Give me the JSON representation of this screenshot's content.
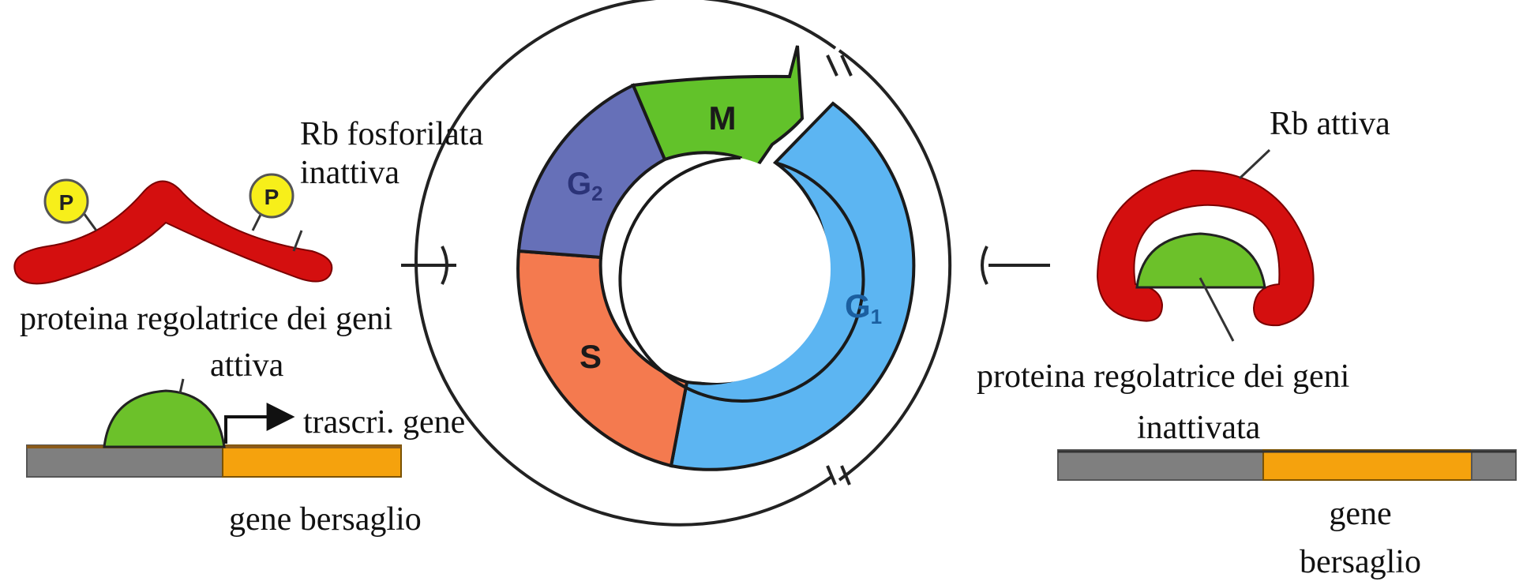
{
  "colors": {
    "rb_red": "#d40f0f",
    "regulator_green": "#6cc12a",
    "phosphate_yellow": "#f7ef1a",
    "gene_orange": "#f5a20d",
    "dna_grey": "#7f7f7f",
    "phase_m": "#62c22a",
    "phase_g1": "#5cb5f2",
    "phase_s": "#f47a4f",
    "phase_g2": "#6670b8",
    "phase_g2_text": "#2b3378",
    "phase_g1_text": "#1b5fa0"
  },
  "cycle": {
    "phase_m": "M",
    "phase_g1": "G",
    "phase_g1_sub": "1",
    "phase_s": "S",
    "phase_g2": "G",
    "phase_g2_sub": "2"
  },
  "left_panel": {
    "phosphate_symbol": "P",
    "rb_label_line1": "Rb fosforilata",
    "rb_label_line2": "inattiva",
    "protein_label_line1": "proteina regolatrice dei geni",
    "protein_label_line2": "attiva",
    "transcription_label": "trascri. gene",
    "gene_label": "gene bersaglio"
  },
  "right_panel": {
    "rb_label": "Rb attiva",
    "protein_label_line1": "proteina regolatrice dei geni",
    "protein_label_line2": "inattivata",
    "gene_label_line1": "gene",
    "gene_label_line2": "bersaglio"
  }
}
